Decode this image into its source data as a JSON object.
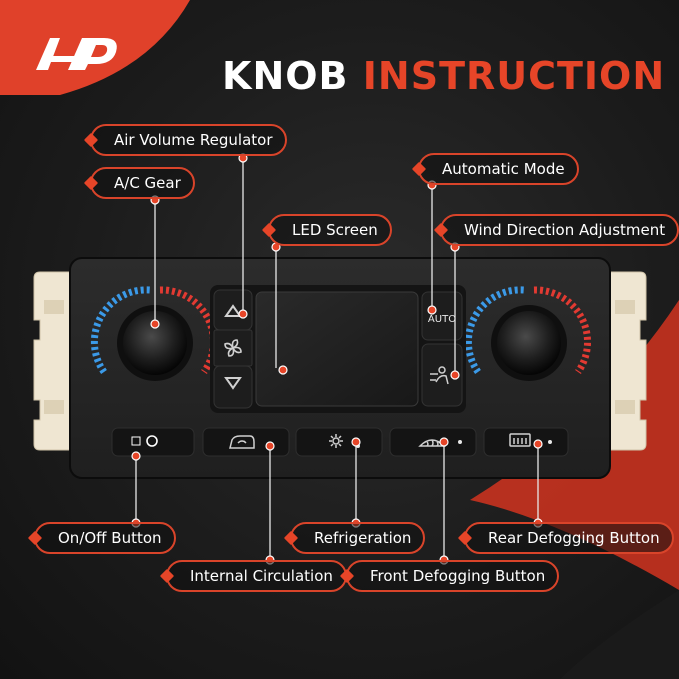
{
  "headline": {
    "word1": "KNOB",
    "word2": "INSTRUCTION"
  },
  "logo": {
    "icon": "a-premium-logo"
  },
  "colors": {
    "accent": "#e64528",
    "panel": "#262626",
    "button": "#1b1b1b",
    "cold": "#3b9ae8",
    "hot": "#e23a32"
  },
  "panel": {
    "auto_label": "AUTO"
  },
  "callouts": {
    "air_volume": "Air Volume Regulator",
    "ac_gear": "A/C Gear",
    "led_screen": "LED Screen",
    "automatic_mode": "Automatic Mode",
    "wind_direction": "Wind Direction Adjustment",
    "on_off": "On/Off Button",
    "refrigeration": "Refrigeration",
    "rear_defog": "Rear Defogging Button",
    "internal_circulation": "Internal Circulation",
    "front_defog": "Front Defogging Button"
  }
}
